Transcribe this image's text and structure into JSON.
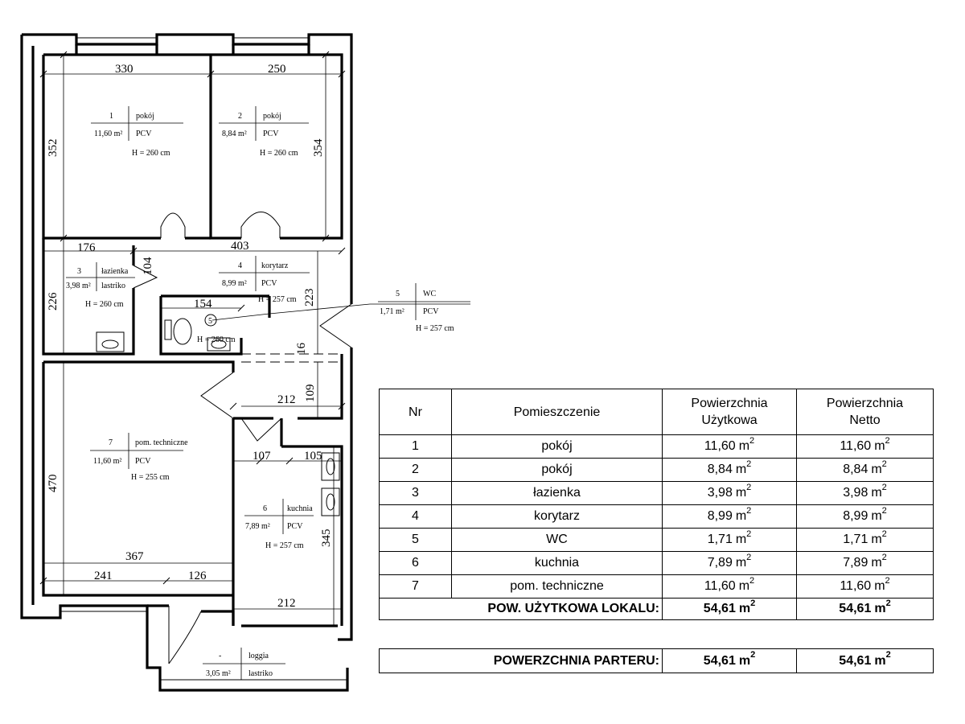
{
  "dimensions": {
    "room1_width": "330",
    "room2_width": "250",
    "room1_height": "352",
    "room2_height": "354",
    "bath_width": "176",
    "corridor_width": "403",
    "door_104": "104",
    "bath_height": "226",
    "corridor_height": "223",
    "wc_width": "154",
    "gap_16": "16",
    "hall_width": "212",
    "hall_height": "109",
    "tech_height": "470",
    "kitchen_107": "107",
    "kitchen_105": "105",
    "kitchen_height": "345",
    "tech_width": "367",
    "tech_241": "241",
    "tech_126": "126",
    "kitchen_width": "212"
  },
  "rooms": [
    {
      "nr": "1",
      "name": "pokój",
      "area": "11,60 m²",
      "floor": "PCV",
      "height": "H = 260 cm"
    },
    {
      "nr": "2",
      "name": "pokój",
      "area": "8,84 m²",
      "floor": "PCV",
      "height": "H = 260 cm"
    },
    {
      "nr": "3",
      "name": "łazienka",
      "area": "3,98 m²",
      "floor": "lastriko",
      "height": "H = 260 cm"
    },
    {
      "nr": "4",
      "name": "korytarz",
      "area": "8,99 m²",
      "floor": "PCV",
      "height": "H = 257 cm"
    },
    {
      "nr": "5",
      "name": "WC",
      "area": "1,71 m²",
      "floor": "PCV",
      "height": "H = 257 cm"
    },
    {
      "nr": "6",
      "name": "kuchnia",
      "area": "7,89 m²",
      "floor": "PCV",
      "height": "H = 257 cm"
    },
    {
      "nr": "7",
      "name": "pom. techniczne",
      "area": "11,60 m²",
      "floor": "PCV",
      "height": "H = 255 cm"
    },
    {
      "nr": "-",
      "name": "loggia",
      "area": "3,05 m²",
      "floor": "lastriko",
      "height": ""
    }
  ],
  "wc_marker": "5",
  "wc_inside_height": "H = 260 cm",
  "table": {
    "headers": {
      "nr": "Nr",
      "room": "Pomieszczenie",
      "usable_1": "Powierzchnia",
      "usable_2": "Użytkowa",
      "net_1": "Powierzchnia",
      "net_2": "Netto"
    },
    "unit": "m",
    "unit_exp": "2",
    "rows": [
      {
        "nr": "1",
        "name": "pokój",
        "usable": "11,60",
        "net": "11,60"
      },
      {
        "nr": "2",
        "name": "pokój",
        "usable": "8,84",
        "net": "8,84"
      },
      {
        "nr": "3",
        "name": "łazienka",
        "usable": "3,98",
        "net": "3,98"
      },
      {
        "nr": "4",
        "name": "korytarz",
        "usable": "8,99",
        "net": "8,99"
      },
      {
        "nr": "5",
        "name": "WC",
        "usable": "1,71",
        "net": "1,71"
      },
      {
        "nr": "6",
        "name": "kuchnia",
        "usable": "7,89",
        "net": "7,89"
      },
      {
        "nr": "7",
        "name": "pom. techniczne",
        "usable": "11,60",
        "net": "11,60"
      }
    ],
    "total_label": "POW. UŻYTKOWA LOKALU:",
    "total_usable": "54,61",
    "total_net": "54,61"
  },
  "ground": {
    "label": "POWERZCHNIA PARTERU:",
    "usable": "54,61",
    "net": "54,61"
  }
}
